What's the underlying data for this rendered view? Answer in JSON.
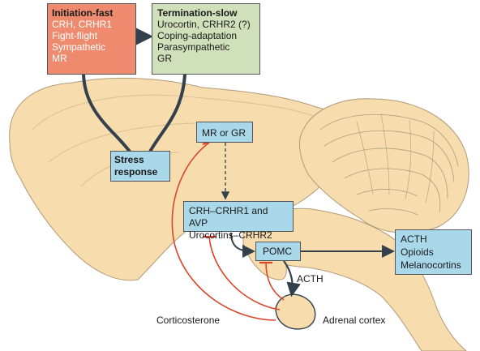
{
  "initiation": {
    "title": "Initiation-fast",
    "lines": [
      "CRH, CRHR1",
      "Fight-flight",
      "Sympathetic",
      "MR"
    ]
  },
  "termination": {
    "title": "Termination-slow",
    "lines": [
      "Urocortin, CRHR2 (?)",
      "Coping-adaptation",
      "Parasympathetic",
      "GR"
    ]
  },
  "stress_response": [
    "Stress",
    "response"
  ],
  "mr_or_gr": "MR or GR",
  "crh_box": [
    "CRH–CRHR1 and AVP",
    "Urocortins–CRHR2"
  ],
  "pomc": "POMC",
  "acth_box": [
    "ACTH",
    "Opioids",
    "Melanocortins"
  ],
  "acth_label": "ACTH",
  "corticosterone": "Corticosterone",
  "adrenal_cortex": "Adrenal cortex",
  "colors": {
    "brain_fill": "#f7dcae",
    "brain_stroke": "#b09a78",
    "inhibit": "#d9462a",
    "pathway": "#33414c",
    "box_blue": "#a9d8ea",
    "box_orange": "#ee8b6f",
    "box_green": "#cfe0bb"
  }
}
